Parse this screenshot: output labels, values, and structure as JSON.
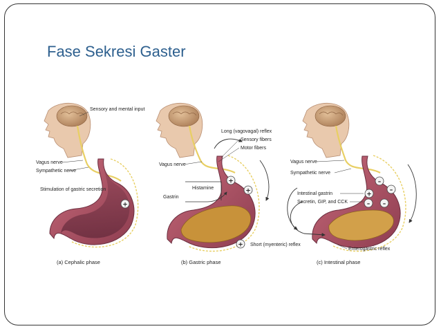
{
  "slide": {
    "title": "Fase Sekresi Gaster"
  },
  "colors": {
    "title": "#2d5f8e",
    "stomach_wall": "#b9586a",
    "stomach_inner": "#7a3a4a",
    "brain": "#c8a07a",
    "nerve": "#e8cf63",
    "food": "#c8923a"
  },
  "panels": {
    "cephalic": {
      "sensory_input": "Sensory and mental input",
      "vagus": "Vagus nerve",
      "sympathetic": "Sympathetic nerve",
      "stimulation": "Stimulation of gastric secretion",
      "sign": "+",
      "caption": "(a) Cephalic phase"
    },
    "gastric": {
      "long_reflex": "Long (vagovagal) reflex",
      "sensory_fibers": "Sensory fibers",
      "motor_fibers": "Motor fibers",
      "vagus": "Vagus nerve",
      "histamine": "Histamine",
      "gastrin": "Gastrin",
      "short_reflex": "Short (myenteric) reflex",
      "sign": "+",
      "caption": "(b) Gastric phase"
    },
    "intestinal": {
      "vagus": "Vagus nerve",
      "sympathetic": "Sympathetic nerve",
      "intestinal_gastrin": "Intestinal gastrin",
      "secretin": "Secretin, GIP, and CCK",
      "enterogastric": "Enterogastric reflex",
      "plus_sign": "+",
      "minus_sign": "–",
      "caption": "(c) Intestinal phase"
    }
  }
}
